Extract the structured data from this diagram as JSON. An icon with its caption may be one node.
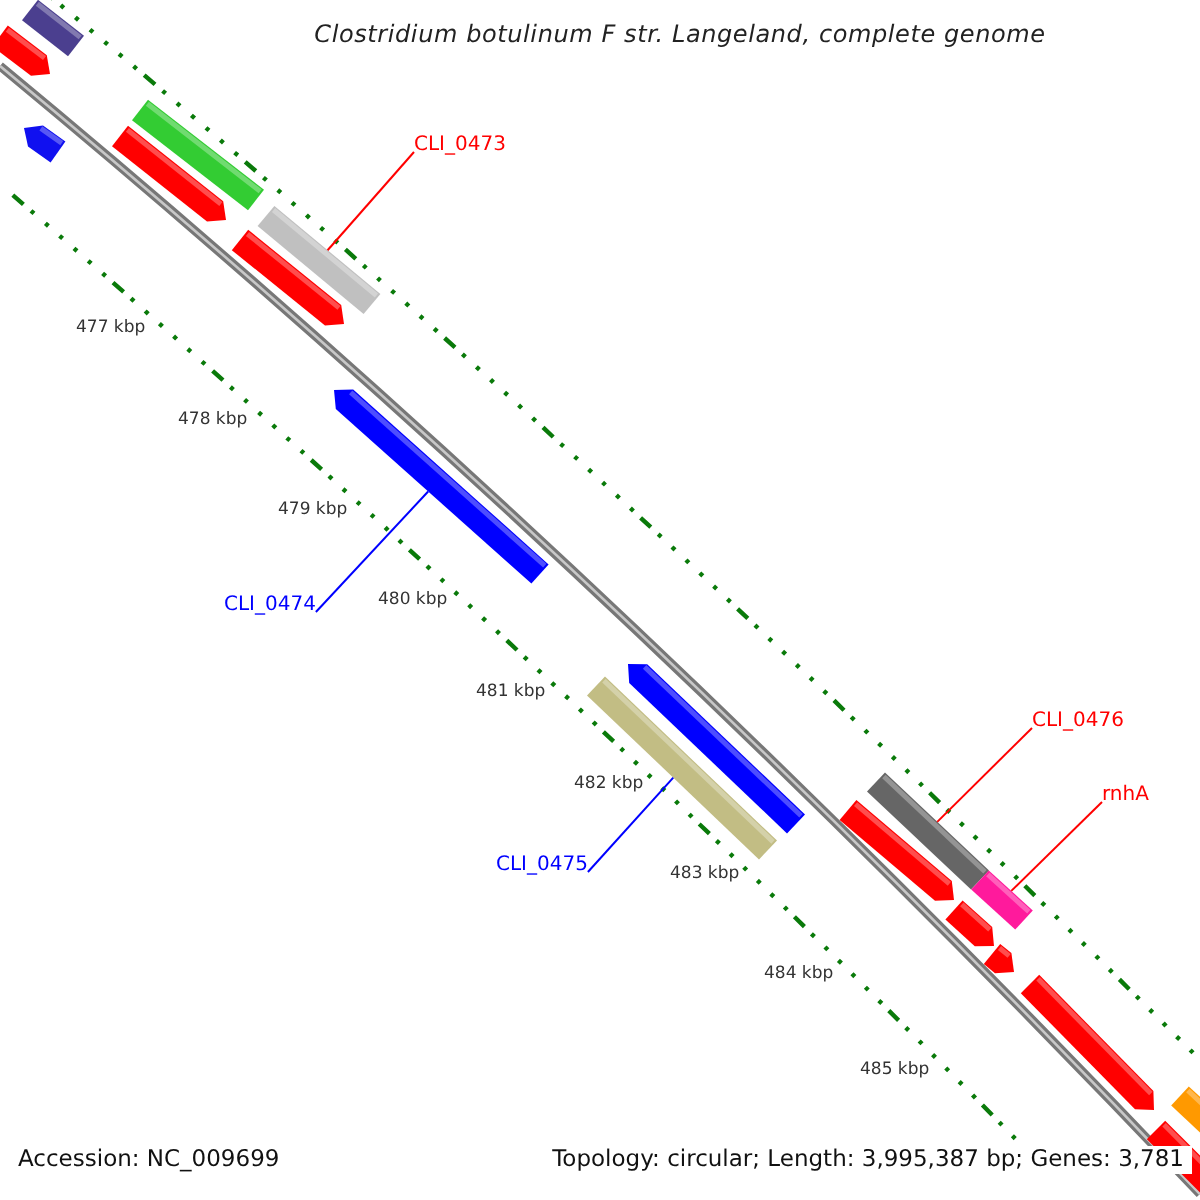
{
  "diagram": {
    "title": "Clostridium botulinum F str. Langeland, complete genome",
    "nodes": [
      {
        "text": [
          "CLI_0473"
        ]
      },
      {
        "text": [],
        "shape": "bar"
      },
      {
        "text": [
          "CLI_0474"
        ]
      },
      {
        "text": [],
        "shape": "bar"
      },
      {
        "text": [
          "CLI_0475"
        ]
      },
      {
        "text": [],
        "shape": "bar"
      },
      {
        "text": [
          "CLI_0476"
        ]
      },
      {
        "text": [],
        "shape": "bar"
      },
      {
        "text": [
          "rnhA"
        ]
      },
      {
        "text": [],
        "shape": "bar"
      }
    ],
    "edges": [
      {
        "from": 0,
        "to": 1,
        "arrow": "none",
        "color": "#ff0000"
      },
      {
        "from": 2,
        "to": 3,
        "arrow": "none",
        "color": "#0000ff"
      },
      {
        "from": 4,
        "to": 5,
        "arrow": "none",
        "color": "#0000ff"
      },
      {
        "from": 6,
        "to": 7,
        "arrow": "none",
        "color": "#ff0000"
      },
      {
        "from": 8,
        "to": 9,
        "arrow": "none",
        "color": "#ff0000"
      }
    ],
    "labels": [
      "477 kbp",
      "478 kbp",
      "479 kbp",
      "480 kbp",
      "481 kbp",
      "482 kbp",
      "483 kbp",
      "484 kbp",
      "485 kbp",
      "Accession: NC_009699",
      "Topology: circular; Length: 3,995,387 bp; Genes: 3,781"
    ]
  }
}
